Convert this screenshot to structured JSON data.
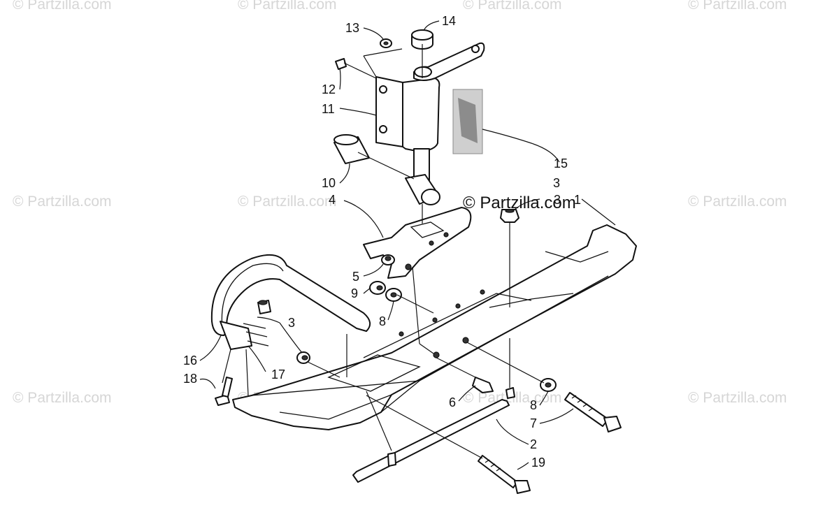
{
  "watermark": {
    "text": "© Partzilla.com",
    "brand_text": "© Partzilla.com"
  },
  "colors": {
    "watermark": "#d6d6d6",
    "ink": "#111111",
    "decal_fill": "#cfcfcf"
  },
  "callouts": [
    "1",
    "2",
    "3",
    "3",
    "3",
    "4",
    "5",
    "6",
    "7",
    "8",
    "8",
    "9",
    "10",
    "11",
    "12",
    "13",
    "14",
    "15",
    "16",
    "17",
    "18",
    "19"
  ]
}
